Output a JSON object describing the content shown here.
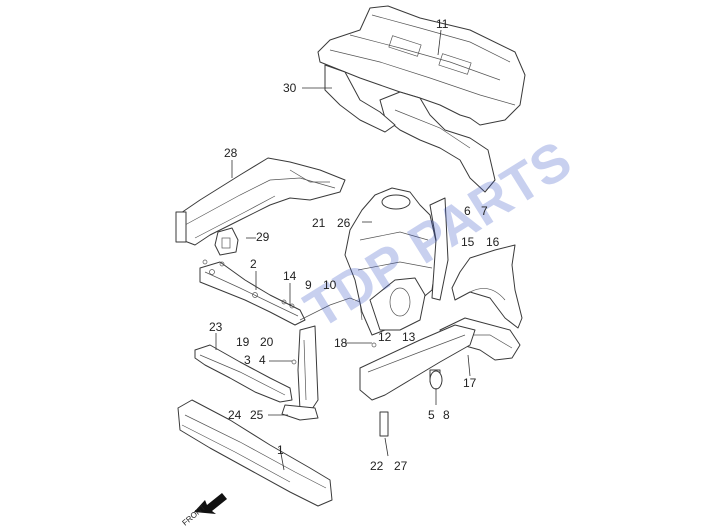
{
  "diagram": {
    "watermark": "TDP PARTS",
    "front_label": "FRONT",
    "callouts": [
      {
        "id": "c11",
        "text": "11"
      },
      {
        "id": "c30",
        "text": "30"
      },
      {
        "id": "c28",
        "text": "28"
      },
      {
        "id": "c6",
        "text": "6"
      },
      {
        "id": "c7",
        "text": "7"
      },
      {
        "id": "c21",
        "text": "21"
      },
      {
        "id": "c26",
        "text": "26"
      },
      {
        "id": "c29",
        "text": "29"
      },
      {
        "id": "c15",
        "text": "15"
      },
      {
        "id": "c16",
        "text": "16"
      },
      {
        "id": "c2",
        "text": "2"
      },
      {
        "id": "c14",
        "text": "14"
      },
      {
        "id": "c9",
        "text": "9"
      },
      {
        "id": "c10",
        "text": "10"
      },
      {
        "id": "c23",
        "text": "23"
      },
      {
        "id": "c12",
        "text": "12"
      },
      {
        "id": "c13",
        "text": "13"
      },
      {
        "id": "c19",
        "text": "19"
      },
      {
        "id": "c20",
        "text": "20"
      },
      {
        "id": "c18",
        "text": "18"
      },
      {
        "id": "c3",
        "text": "3"
      },
      {
        "id": "c4",
        "text": "4"
      },
      {
        "id": "c17",
        "text": "17"
      },
      {
        "id": "c24",
        "text": "24"
      },
      {
        "id": "c25",
        "text": "25"
      },
      {
        "id": "c5",
        "text": "5"
      },
      {
        "id": "c8",
        "text": "8"
      },
      {
        "id": "c1",
        "text": "1"
      },
      {
        "id": "c22",
        "text": "22"
      },
      {
        "id": "c27",
        "text": "27"
      }
    ]
  }
}
